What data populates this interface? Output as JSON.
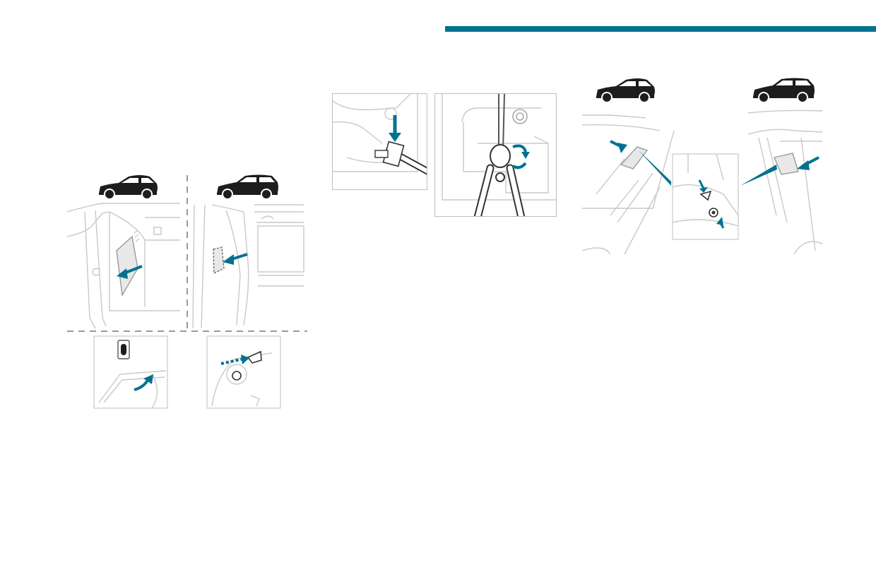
{
  "colors": {
    "accent": "#00728f",
    "car": "#1d1d1d",
    "line": "#c8c8c8",
    "divider": "#9a9a9a"
  },
  "figures": [
    {
      "id": "left-group",
      "icons": [
        "hatchback-car-icon",
        "suv-car-icon"
      ]
    },
    {
      "id": "middle-group",
      "icons": [
        "pliers-icon",
        "rotate-arrow-icon"
      ]
    },
    {
      "id": "right-group",
      "icons": [
        "hatchback-car-icon",
        "suv-car-icon"
      ]
    }
  ]
}
